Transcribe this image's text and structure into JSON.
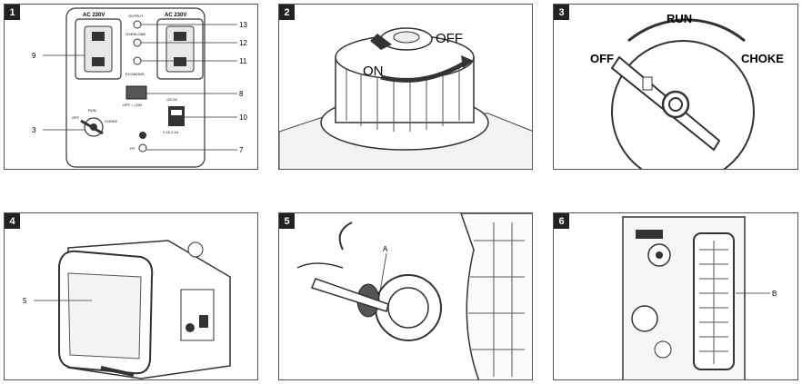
{
  "panels": [
    {
      "number": "1",
      "labels": {
        "ac_left": "AC 230V",
        "ac_right": "AC 230V",
        "output": "OUTPUT",
        "overload": "OVERLOAD",
        "ecomode": "ECOMODE",
        "run": "RUN",
        "off": "OFF",
        "choke": "CHOKE",
        "off_on": "OFF ○  | ON",
        "dc_small": "12V DC",
        "amps": "2.1A    2.1A",
        "fe": "FE"
      },
      "callouts": [
        "9",
        "3",
        "13",
        "12",
        "11",
        "8",
        "10",
        "7"
      ]
    },
    {
      "number": "2",
      "labels": {
        "off": "OFF",
        "on": "ON"
      }
    },
    {
      "number": "3",
      "labels": {
        "run": "RUN",
        "off": "OFF",
        "choke": "CHOKE"
      }
    },
    {
      "number": "4",
      "callouts": [
        "5"
      ]
    },
    {
      "number": "5",
      "callouts": [
        "A"
      ]
    },
    {
      "number": "6",
      "callouts": [
        "B"
      ]
    }
  ]
}
